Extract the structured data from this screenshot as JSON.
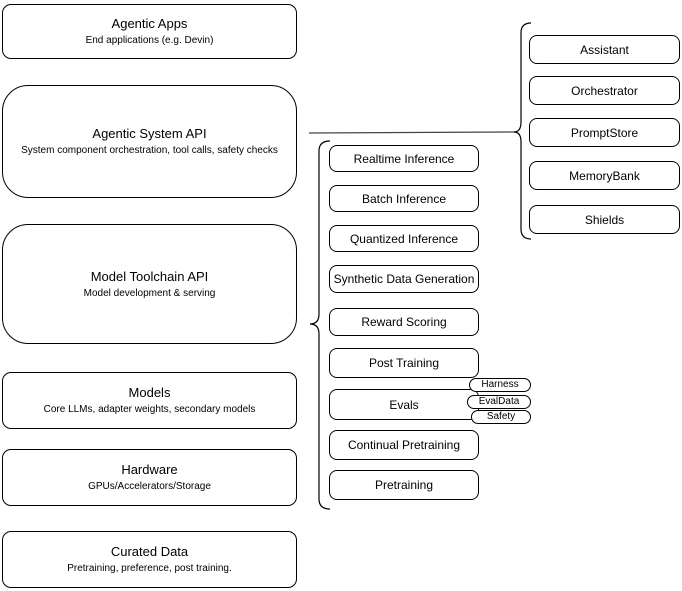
{
  "diagram": {
    "left_stack": [
      {
        "title": "Agentic Apps",
        "subtitle": "End applications (e.g. Devin)"
      },
      {
        "title": "Agentic System API",
        "subtitle": "System component orchestration, tool calls, safety checks"
      },
      {
        "title": "Model Toolchain API",
        "subtitle": "Model development & serving"
      },
      {
        "title": "Models",
        "subtitle": "Core LLMs, adapter weights, secondary models"
      },
      {
        "title": "Hardware",
        "subtitle": "GPUs/Accelerators/Storage"
      },
      {
        "title": "Curated Data",
        "subtitle": "Pretraining, preference, post training."
      }
    ],
    "toolchain_items": [
      "Realtime Inference",
      "Batch Inference",
      "Quantized Inference",
      "Synthetic Data Generation",
      "Reward Scoring",
      "Post Training",
      "Evals",
      "Continual Pretraining",
      "Pretraining"
    ],
    "eval_tags": [
      "Harness",
      "EvalData",
      "Safety"
    ],
    "system_components": [
      "Assistant",
      "Orchestrator",
      "PromptStore",
      "MemoryBank",
      "Shields"
    ],
    "colors": {
      "stroke": "#000000",
      "background": "#ffffff",
      "connector": "#444444"
    }
  }
}
